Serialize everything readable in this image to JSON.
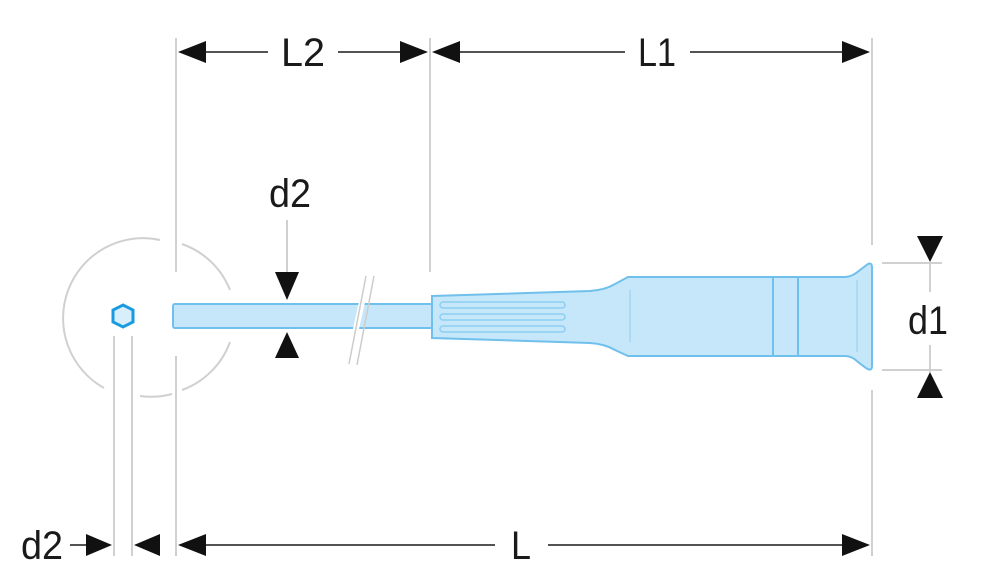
{
  "labels": {
    "L2": "L2",
    "L1": "L1",
    "d2_top": "d2",
    "d1": "d1",
    "d2_bottom": "d2",
    "L": "L"
  },
  "colors": {
    "handle_fill": "#c6e7f9",
    "handle_stroke": "#6fc0ec",
    "tip_stroke": "#1a9be0"
  }
}
